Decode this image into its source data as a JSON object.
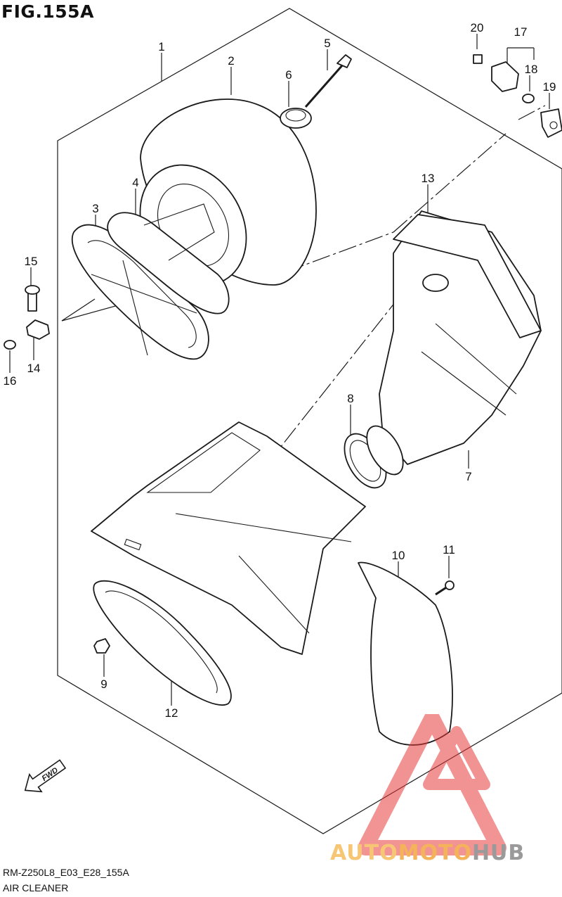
{
  "figure": {
    "title": "FIG.155A",
    "code": "RM-Z250L8_E03_E28_155A",
    "caption": "AIR CLEANER",
    "fwd_label": "FWD"
  },
  "callouts": [
    "1",
    "2",
    "3",
    "4",
    "5",
    "6",
    "7",
    "8",
    "9",
    "10",
    "11",
    "12",
    "13",
    "14",
    "15",
    "16",
    "17",
    "18",
    "19",
    "20"
  ],
  "watermark": {
    "word1": "AUTO",
    "word2": "MOTO",
    "word3": "HUB",
    "triangle_color": "#e83c3c",
    "text_colors": [
      "#f7c675",
      "#f4b35a",
      "#9a9a9a"
    ]
  },
  "colors": {
    "line": "#1a1a1a",
    "paper": "#ffffff"
  }
}
